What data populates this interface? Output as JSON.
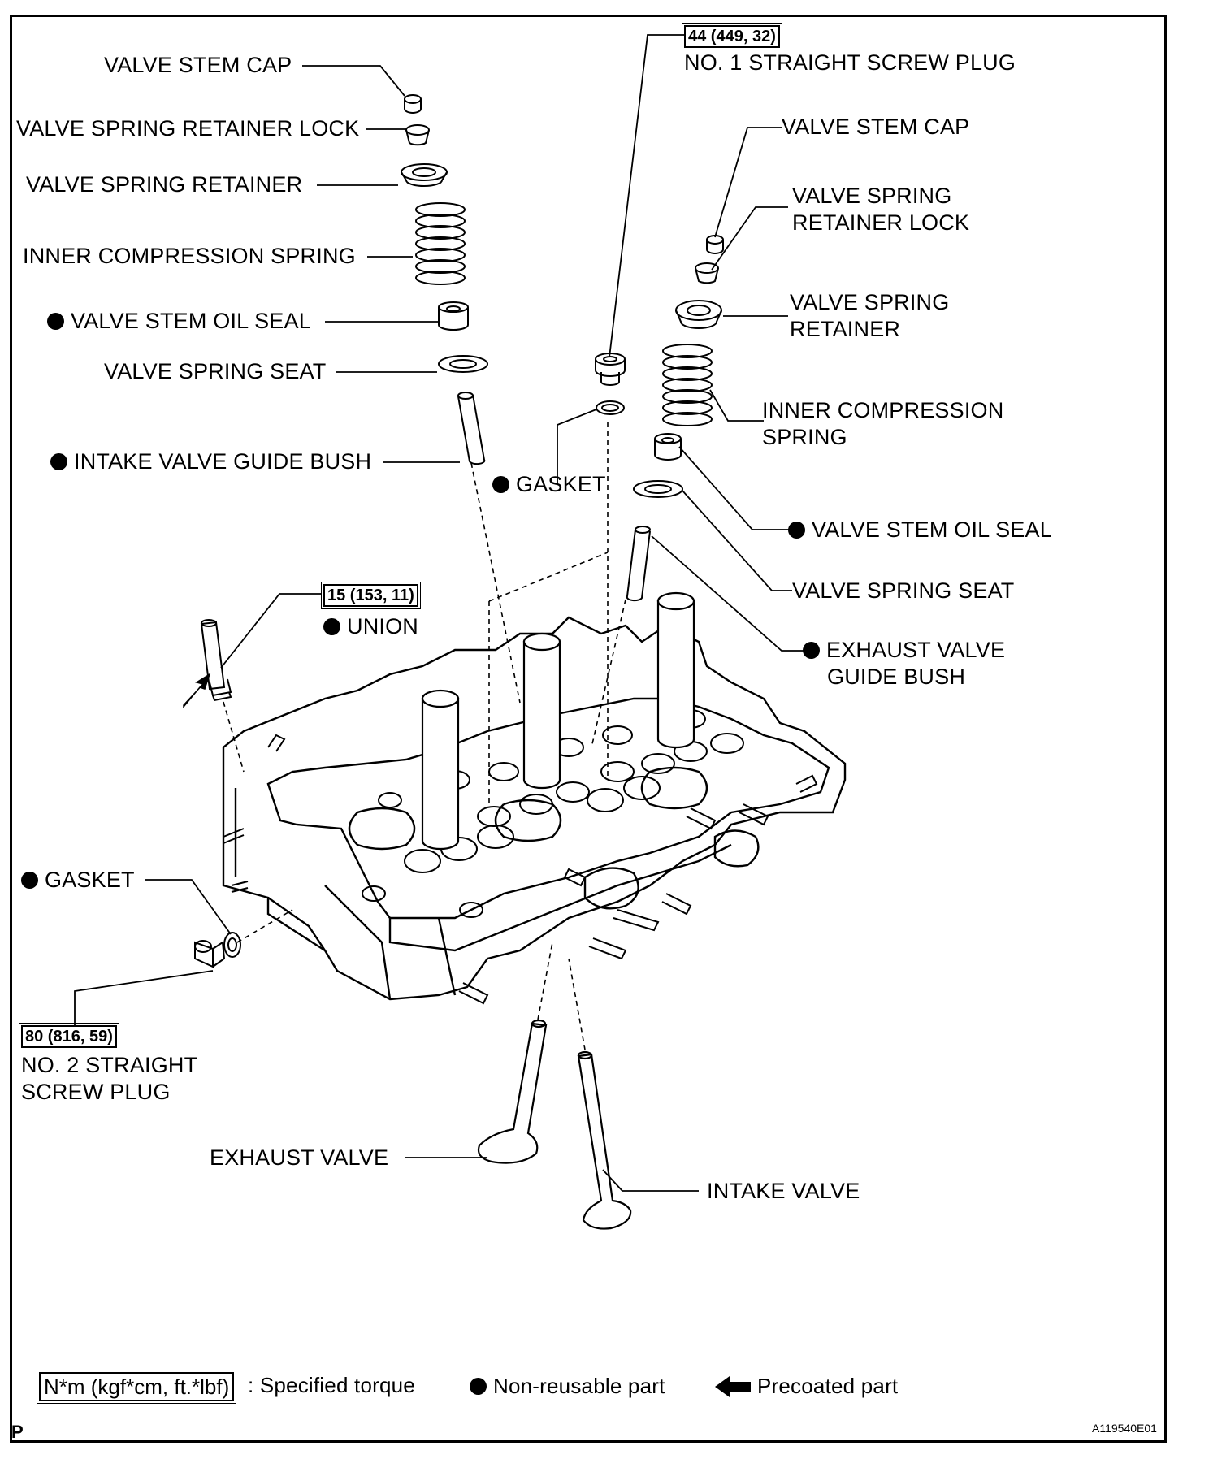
{
  "labels": {
    "valve_stem_cap_l": "VALVE STEM CAP",
    "retainer_lock_l": "VALVE SPRING RETAINER LOCK",
    "retainer_l": "VALVE SPRING RETAINER",
    "inner_spring_l": "INNER COMPRESSION SPRING",
    "oil_seal_l": "VALVE STEM OIL SEAL",
    "spring_seat_l": "VALVE SPRING SEAT",
    "intake_bush": "INTAKE VALVE GUIDE BUSH",
    "gasket_mid": "GASKET",
    "plug1_torque": "44 (449, 32)",
    "plug1_name": "NO. 1 STRAIGHT SCREW PLUG",
    "valve_stem_cap_r": "VALVE STEM CAP",
    "retainer_lock_r_1": "VALVE SPRING",
    "retainer_lock_r_2": "RETAINER LOCK",
    "retainer_r_1": "VALVE SPRING",
    "retainer_r_2": "RETAINER",
    "inner_spring_r_1": "INNER COMPRESSION",
    "inner_spring_r_2": "SPRING",
    "oil_seal_r": "VALVE STEM OIL SEAL",
    "spring_seat_r": "VALVE SPRING SEAT",
    "exhaust_bush_1": "EXHAUST VALVE",
    "exhaust_bush_2": "GUIDE BUSH",
    "union_torque": "15 (153, 11)",
    "union": "UNION",
    "gasket_left": "GASKET",
    "plug2_torque": "80 (816, 59)",
    "plug2_name_1": "NO. 2 STRAIGHT",
    "plug2_name_2": "SCREW PLUG",
    "exhaust_valve": "EXHAUST VALVE",
    "intake_valve": "INTAKE VALVE"
  },
  "legend": {
    "torque_unit": "N*m (kgf*cm, ft.*lbf)",
    "torque_text": ": Specified torque",
    "nonreusable_text": "Non-reusable part",
    "precoated_text": "Precoated part"
  },
  "corner_letter": "P",
  "figure_code": "A119540E01",
  "icons": {
    "nonreusable": "filled-circle-icon",
    "precoated": "left-arrow-icon"
  }
}
